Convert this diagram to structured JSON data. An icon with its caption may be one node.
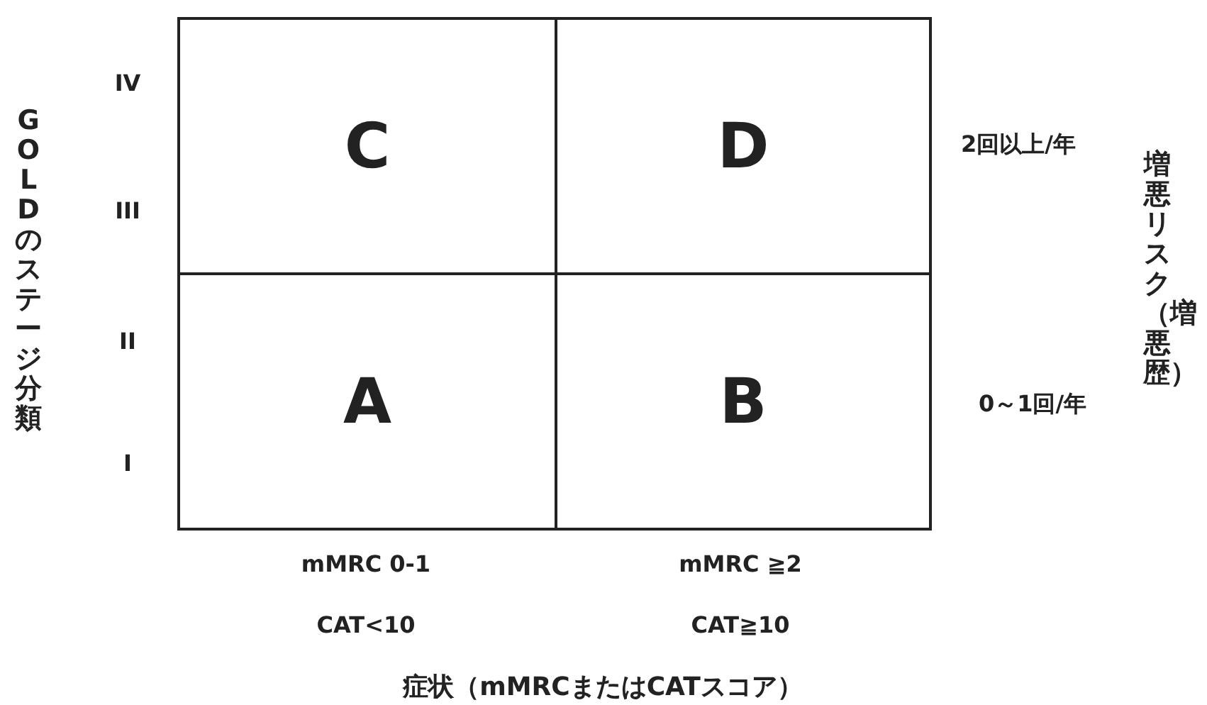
{
  "diagram": {
    "nodes": [
      {
        "text": [
          "C"
        ]
      },
      {
        "text": [
          "D"
        ]
      },
      {
        "text": [
          "A"
        ]
      },
      {
        "text": [
          "B"
        ]
      }
    ],
    "labels": [
      "GOLDのステージ分類",
      "IV",
      "III",
      "II",
      "I",
      "2回以上/年",
      "0～1回/年",
      "増悪リスク（増悪歴）",
      "mMRC 0-1",
      "mMRC ≧2",
      "CAT<10",
      "CAT≧10",
      "症状（mMRCまたはCATスコア）"
    ]
  }
}
